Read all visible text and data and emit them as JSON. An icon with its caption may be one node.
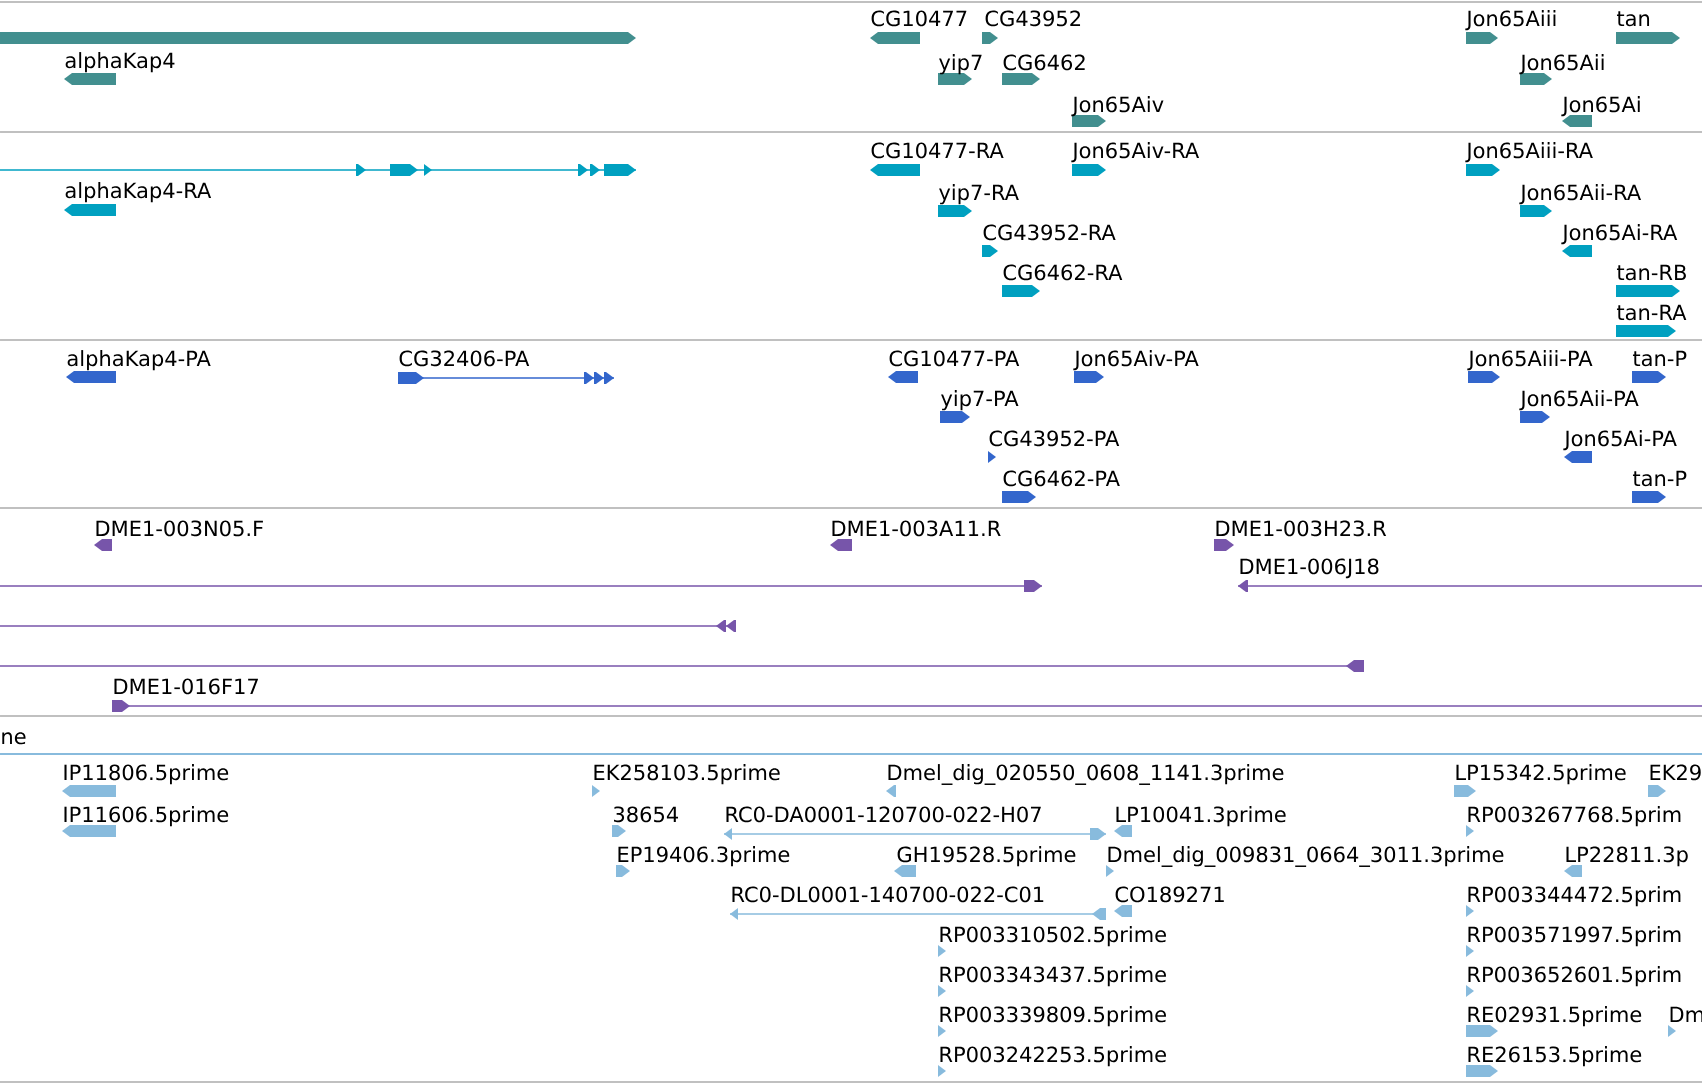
{
  "diagram": {
    "labels": [
      "alphaKap4",
      "CG10477",
      "CG43952",
      "yip7",
      "CG6462",
      "Jon65Aiv",
      "Jon65Aiii",
      "tan",
      "Jon65Aii",
      "Jon65Ai",
      "alphaKap4-RA",
      "CG10477-RA",
      "Jon65Aiv-RA",
      "yip7-RA",
      "CG43952-RA",
      "CG6462-RA",
      "Jon65Aiii-RA",
      "Jon65Aii-RA",
      "Jon65Ai-RA",
      "tan-RB",
      "tan-RA",
      "alphaKap4-PA",
      "CG32406-PA",
      "CG10477-PA",
      "Jon65Aiv-PA",
      "yip7-PA",
      "CG43952-PA",
      "CG6462-PA",
      "Jon65Aiii-PA",
      "tan-P",
      "Jon65Aii-PA",
      "Jon65Ai-PA",
      "tan-P",
      "DME1-003N05.F",
      "DME1-003A11.R",
      "DME1-003H23.R",
      "DME1-006J18",
      "DME1-016F17",
      "ne",
      "IP11806.5prime",
      "EK258103.5prime",
      "Dmel_dig_020550_0608_1141.3prime",
      "LP15342.5prime",
      "EK29",
      "IP11606.5prime",
      "38654",
      "RC0-DA0001-120700-022-H07",
      "LP10041.3prime",
      "RP003267768.5prim",
      "EP19406.3prime",
      "GH19528.5prime",
      "Dmel_dig_009831_0664_3011.3prime",
      "LP22811.3p",
      "RC0-DL0001-140700-022-C01",
      "CO189271",
      "RP003344472.5prim",
      "RP003310502.5prime",
      "RP003571997.5prim",
      "RP003343437.5prime",
      "RP003652601.5prim",
      "RP003339809.5prime",
      "RE02931.5prime",
      "Dm",
      "RP003242253.5prime",
      "RE26153.5prime"
    ]
  }
}
